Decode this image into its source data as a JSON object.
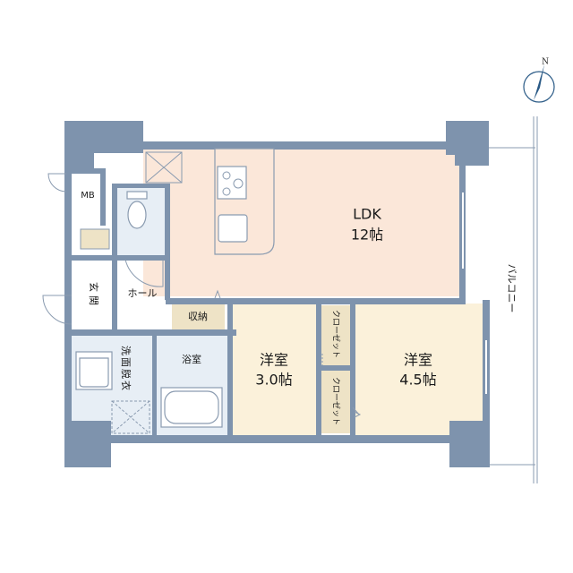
{
  "rooms": {
    "ldk": {
      "name": "LDK",
      "size": "12帖",
      "color": "#fbe7d9"
    },
    "western1": {
      "name": "洋室",
      "size": "3.0帖",
      "color": "#fbf1da"
    },
    "western2": {
      "name": "洋室",
      "size": "4.5帖",
      "color": "#fbf1da"
    },
    "bath": {
      "name": "浴室",
      "color": "#e7eef5"
    },
    "washroom": {
      "name": "洗面脱衣",
      "color": "#e7eef5"
    },
    "entrance": {
      "name": "玄関"
    },
    "hall": {
      "name": "ホール"
    },
    "storage": {
      "name": "収納",
      "color": "#eee3c6"
    },
    "closet1": {
      "name": "クローゼット"
    },
    "closet2": {
      "name": "クローゼット"
    },
    "mb": {
      "name": "MB"
    },
    "balcony": {
      "name": "バルコニー"
    }
  },
  "compass": {
    "label": "N"
  },
  "colors": {
    "wall": "#7e93ad",
    "compass": "#2a5a86"
  }
}
